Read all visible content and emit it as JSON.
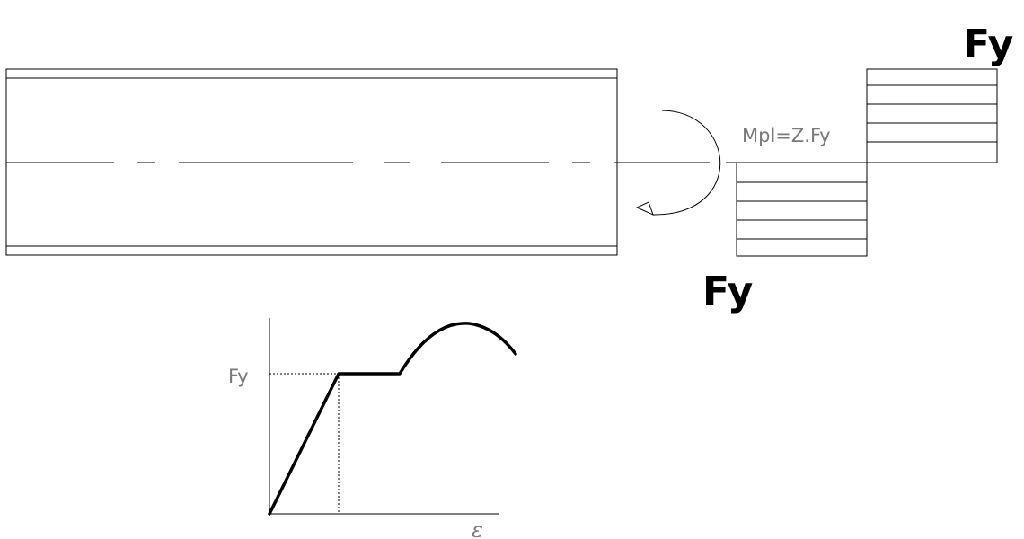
{
  "beam": {},
  "moment": {
    "label": "Mpl=Z.Fy"
  },
  "stress_block": {
    "top_label": "Fy",
    "bottom_label": "Fy"
  },
  "curve": {
    "y_label": "Fy",
    "x_label": "ε"
  }
}
